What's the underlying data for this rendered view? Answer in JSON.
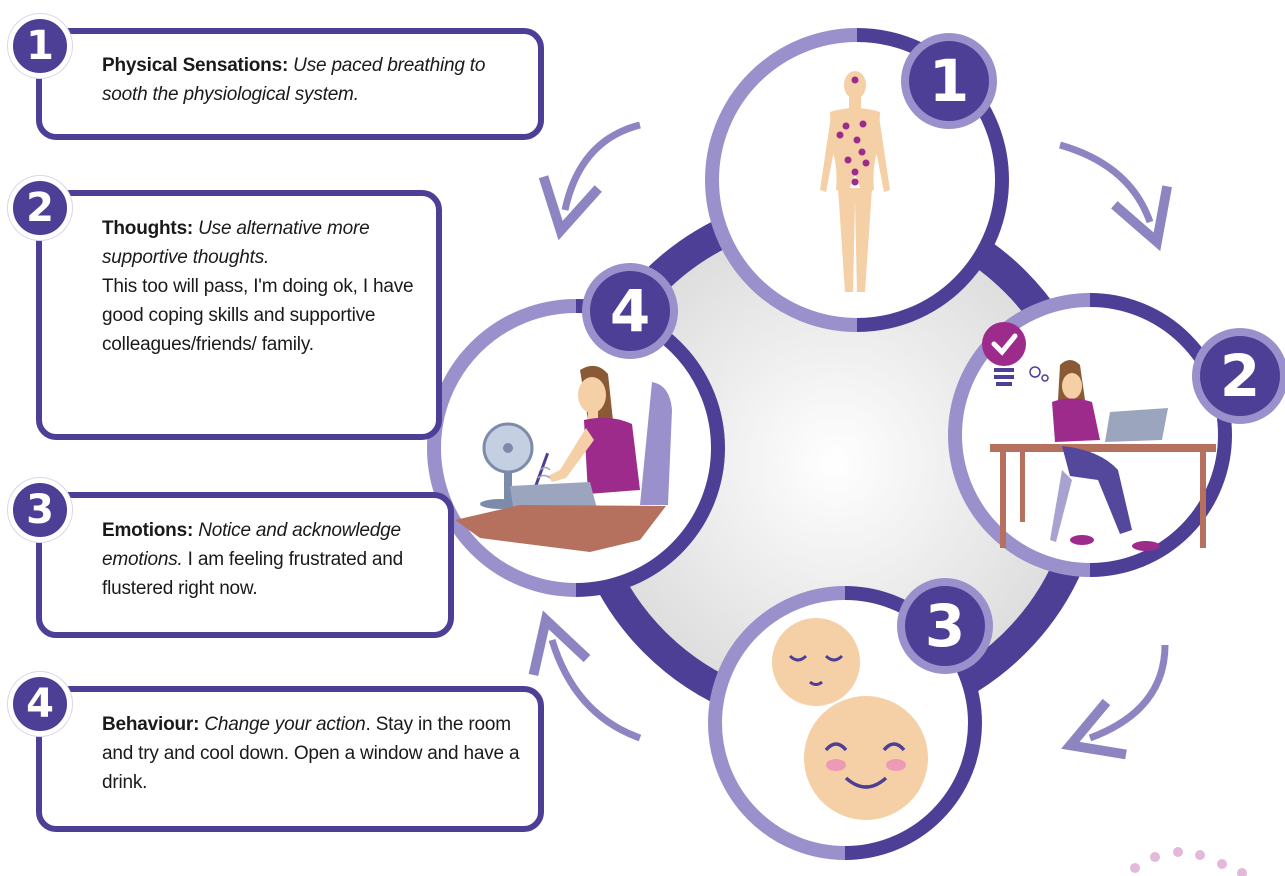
{
  "cards": [
    {
      "number": "1",
      "heading": "Physical Sensations:",
      "italic": "Use paced breathing to sooth the physiological system.",
      "plain": ""
    },
    {
      "number": "2",
      "heading": "Thoughts:",
      "italic": "Use alternative more supportive thoughts.",
      "plain": "This too will pass, I'm doing ok, I have good coping skills and supportive colleagues/friends/ family."
    },
    {
      "number": "3",
      "heading": "Emotions:",
      "italic": "Notice and acknowledge emotions.",
      "plain": "I am feeling frustrated and flustered right now."
    },
    {
      "number": "4",
      "heading": "Behaviour:",
      "italic": "Change your action",
      "plain": ". Stay in the room and try and cool down. Open a window and have a drink."
    }
  ],
  "cycle": [
    {
      "number": "1",
      "icon": "body-figure-icon"
    },
    {
      "number": "2",
      "icon": "woman-thinking-at-desk-icon"
    },
    {
      "number": "3",
      "icon": "calm-smiling-faces-icon"
    },
    {
      "number": "4",
      "icon": "woman-at-desk-with-fan-icon"
    }
  ],
  "colors": {
    "primary": "#4e3f96",
    "light": "#9a90cc",
    "skin": "#f5cfa5",
    "accent": "#9c2b8c"
  }
}
